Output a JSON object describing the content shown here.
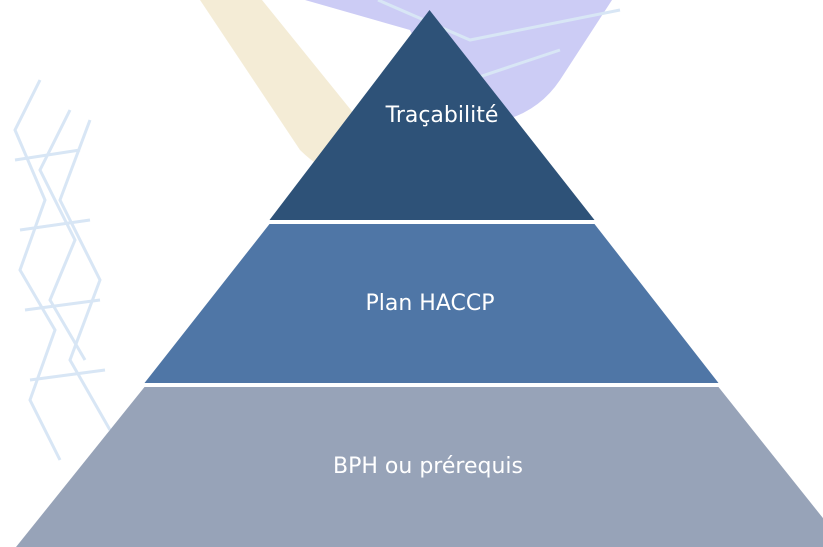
{
  "pyramid": {
    "tiers": [
      {
        "label": "Traçabilité",
        "color": "#2E5278"
      },
      {
        "label": "Plan HACCP",
        "color": "#4F76A6"
      },
      {
        "label": "BPH ou prérequis",
        "color": "#97A3B8"
      }
    ]
  },
  "background": {
    "accent_cream": "#F4ECD6",
    "accent_lavender": "#CCCCF5",
    "accent_sky": "#D8E6F5"
  }
}
